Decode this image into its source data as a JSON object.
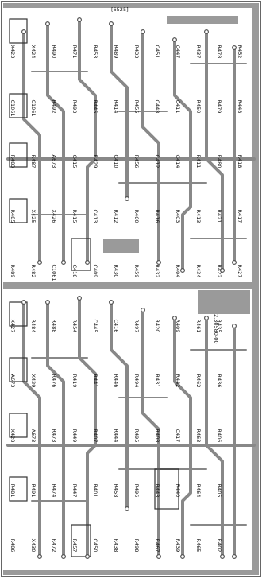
{
  "board": {
    "code_top": "[6525]",
    "code_side": "2.30580-00",
    "parts": [
      {
        "ref": "X423"
      },
      {
        "ref": "C1061"
      },
      {
        "ref": "R483"
      },
      {
        "ref": "R485"
      },
      {
        "ref": "R489"
      },
      {
        "ref": "X427"
      },
      {
        "ref": "A673"
      },
      {
        "ref": "X428"
      },
      {
        "ref": "R481"
      },
      {
        "ref": "R486"
      },
      {
        "ref": "X424"
      },
      {
        "ref": "C1061"
      },
      {
        "ref": "R487"
      },
      {
        "ref": "X425"
      },
      {
        "ref": "R482"
      },
      {
        "ref": "R484"
      },
      {
        "ref": "X429"
      },
      {
        "ref": "A673"
      },
      {
        "ref": "R491"
      },
      {
        "ref": "X430"
      },
      {
        "ref": "R490"
      },
      {
        "ref": "R492"
      },
      {
        "ref": "A673"
      },
      {
        "ref": "X426"
      },
      {
        "ref": "C1061"
      },
      {
        "ref": "R488"
      },
      {
        "ref": "R476"
      },
      {
        "ref": "R473"
      },
      {
        "ref": "R474"
      },
      {
        "ref": "R472"
      },
      {
        "ref": "R471"
      },
      {
        "ref": "R493"
      },
      {
        "ref": "C415"
      },
      {
        "ref": "R415"
      },
      {
        "ref": "C418"
      },
      {
        "ref": "R454"
      },
      {
        "ref": "R419"
      },
      {
        "ref": "R449"
      },
      {
        "ref": "R447"
      },
      {
        "ref": "R457"
      },
      {
        "ref": "R453"
      },
      {
        "ref": "R445"
      },
      {
        "ref": "R429"
      },
      {
        "ref": "C413"
      },
      {
        "ref": "C409"
      },
      {
        "ref": "C445"
      },
      {
        "ref": "R441"
      },
      {
        "ref": "R407"
      },
      {
        "ref": "R401"
      },
      {
        "ref": "C450"
      },
      {
        "ref": "R489"
      },
      {
        "ref": "R414"
      },
      {
        "ref": "C410"
      },
      {
        "ref": "R412"
      },
      {
        "ref": "R430"
      },
      {
        "ref": "C416"
      },
      {
        "ref": "R446"
      },
      {
        "ref": "R444"
      },
      {
        "ref": "R458"
      },
      {
        "ref": "R438"
      },
      {
        "ref": "R433"
      },
      {
        "ref": "R455"
      },
      {
        "ref": "R456"
      },
      {
        "ref": "R460"
      },
      {
        "ref": "R459"
      },
      {
        "ref": "R497"
      },
      {
        "ref": "R494"
      },
      {
        "ref": "R495"
      },
      {
        "ref": "R496"
      },
      {
        "ref": "R498"
      },
      {
        "ref": "C451"
      },
      {
        "ref": "C448"
      },
      {
        "ref": "C412"
      },
      {
        "ref": "R416"
      },
      {
        "ref": "R432"
      },
      {
        "ref": "R420"
      },
      {
        "ref": "R431"
      },
      {
        "ref": "R408"
      },
      {
        "ref": "R443"
      },
      {
        "ref": "R467"
      },
      {
        "ref": "C447"
      },
      {
        "ref": "C411"
      },
      {
        "ref": "C414"
      },
      {
        "ref": "R403"
      },
      {
        "ref": "R404"
      },
      {
        "ref": "R409"
      },
      {
        "ref": "R442"
      },
      {
        "ref": "C417"
      },
      {
        "ref": "R440"
      },
      {
        "ref": "R439"
      },
      {
        "ref": "R437"
      },
      {
        "ref": "R450"
      },
      {
        "ref": "R411"
      },
      {
        "ref": "R413"
      },
      {
        "ref": "R434"
      },
      {
        "ref": "R461"
      },
      {
        "ref": "R462"
      },
      {
        "ref": "R463"
      },
      {
        "ref": "R464"
      },
      {
        "ref": "R465"
      },
      {
        "ref": "R478"
      },
      {
        "ref": "R479"
      },
      {
        "ref": "R480"
      },
      {
        "ref": "R421"
      },
      {
        "ref": "R422"
      },
      {
        "ref": "R435"
      },
      {
        "ref": "R436"
      },
      {
        "ref": "R406"
      },
      {
        "ref": "R405"
      },
      {
        "ref": "R402"
      },
      {
        "ref": "R452"
      },
      {
        "ref": "R448"
      },
      {
        "ref": "R418"
      },
      {
        "ref": "R417"
      },
      {
        "ref": "R427"
      }
    ]
  }
}
